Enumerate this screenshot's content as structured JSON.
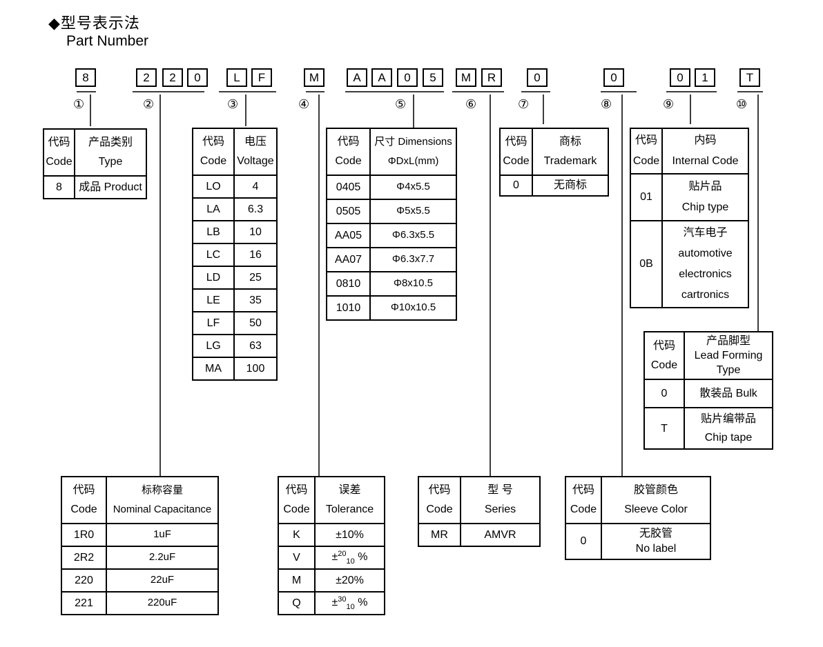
{
  "title": {
    "zh": "◆型号表示法",
    "en": "Part Number"
  },
  "part_number": {
    "groups": [
      {
        "num": "①",
        "chars": [
          "8"
        ]
      },
      {
        "num": "②",
        "chars": [
          "2",
          "2",
          "0"
        ]
      },
      {
        "num": "③",
        "chars": [
          "L",
          "F"
        ]
      },
      {
        "num": "④",
        "chars": [
          "M"
        ]
      },
      {
        "num": "⑤",
        "chars": [
          "A",
          "A",
          "0",
          "5"
        ]
      },
      {
        "num": "⑥",
        "chars": [
          "M",
          "R"
        ]
      },
      {
        "num": "⑦",
        "chars": [
          "0"
        ]
      },
      {
        "num": "⑧",
        "chars": [
          "0"
        ]
      },
      {
        "num": "⑨",
        "chars": [
          "0",
          "1"
        ]
      },
      {
        "num": "⑩",
        "chars": [
          "T"
        ]
      }
    ]
  },
  "tables": [
    {
      "headers": [
        [
          "代码",
          "Code"
        ],
        [
          "产品类别",
          "Type"
        ]
      ],
      "rows": [
        [
          "8",
          "成品 Product"
        ]
      ]
    },
    {
      "headers": [
        [
          "代码",
          "Code"
        ],
        [
          "标称容量",
          "Nominal Capacitance"
        ]
      ],
      "rows": [
        [
          "1R0",
          "1uF"
        ],
        [
          "2R2",
          "2.2uF"
        ],
        [
          "220",
          "22uF"
        ],
        [
          "221",
          "220uF"
        ]
      ]
    },
    {
      "headers": [
        [
          "代码",
          "Code"
        ],
        [
          "电压",
          "Voltage"
        ]
      ],
      "rows": [
        [
          "LO",
          "4"
        ],
        [
          "LA",
          "6.3"
        ],
        [
          "LB",
          "10"
        ],
        [
          "LC",
          "16"
        ],
        [
          "LD",
          "25"
        ],
        [
          "LE",
          "35"
        ],
        [
          "LF",
          "50"
        ],
        [
          "LG",
          "63"
        ],
        [
          "MA",
          "100"
        ]
      ]
    },
    {
      "headers": [
        [
          "代码",
          "Code"
        ],
        [
          "误差",
          "Tolerance"
        ]
      ],
      "rows": [
        [
          "K",
          "±10%"
        ],
        [
          "V",
          {
            "pre": "±",
            "sup": "20",
            "sub": "10",
            "post": " %"
          }
        ],
        [
          "M",
          "±20%"
        ],
        [
          "Q",
          {
            "pre": "±",
            "sup": "30",
            "sub": "10",
            "post": " %"
          }
        ]
      ]
    },
    {
      "headers": [
        [
          "代码",
          "Code"
        ],
        [
          "尺寸 Dimensions",
          "ΦDxL(mm)"
        ]
      ],
      "rows": [
        [
          "0405",
          "Φ4x5.5"
        ],
        [
          "0505",
          "Φ5x5.5"
        ],
        [
          "AA05",
          "Φ6.3x5.5"
        ],
        [
          "AA07",
          "Φ6.3x7.7"
        ],
        [
          "0810",
          "Φ8x10.5"
        ],
        [
          "1010",
          "Φ10x10.5"
        ]
      ]
    },
    {
      "headers": [
        [
          "代码",
          "Code"
        ],
        [
          "型 号",
          "Series"
        ]
      ],
      "rows": [
        [
          "MR",
          "AMVR"
        ]
      ]
    },
    {
      "headers": [
        [
          "代码",
          "Code"
        ],
        [
          "商标",
          "Trademark"
        ]
      ],
      "rows": [
        [
          "0",
          "无商标"
        ]
      ]
    },
    {
      "headers": [
        [
          "代码",
          "Code"
        ],
        [
          "胶管颜色",
          "Sleeve Color"
        ]
      ],
      "rows": [
        [
          "0",
          [
            "无胶管",
            "No label"
          ]
        ]
      ]
    },
    {
      "headers": [
        [
          "代码",
          "Code"
        ],
        [
          "内码",
          "Internal Code"
        ]
      ],
      "rows": [
        [
          "01",
          [
            "贴片品",
            "Chip type"
          ]
        ],
        [
          "0B",
          [
            "汽车电子",
            "automotive",
            "electronics",
            "cartronics"
          ]
        ]
      ]
    },
    {
      "headers": [
        [
          "代码",
          "Code"
        ],
        [
          "产品脚型",
          "Lead Forming",
          "Type"
        ]
      ],
      "rows": [
        [
          "0",
          "散装品 Bulk"
        ],
        [
          "T",
          [
            "贴片编带品",
            "Chip tape"
          ]
        ]
      ]
    }
  ]
}
